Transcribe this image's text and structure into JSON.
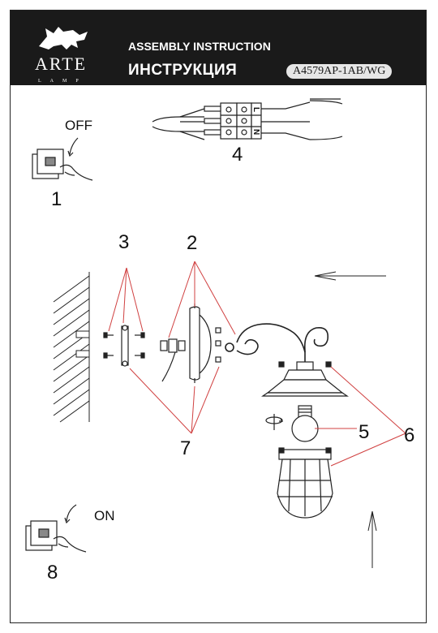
{
  "header": {
    "brand": "ARTE",
    "brand_sub": "LAMP",
    "title_en": "ASSEMBLY INSTRUCTION",
    "title_ru": "ИНСТРУКЦИЯ",
    "model": "A4579AP-1AB/WG"
  },
  "steps": {
    "off_label": "OFF",
    "on_label": "ON",
    "n1": "1",
    "n2": "2",
    "n3": "3",
    "n4": "4",
    "n5": "5",
    "n6": "6",
    "n7": "7",
    "n8": "8"
  },
  "terminal": {
    "l": "L",
    "n": "N"
  },
  "colors": {
    "header_bg": "#1a1a1a",
    "leader_red": "#d04040",
    "ink": "#222222"
  }
}
